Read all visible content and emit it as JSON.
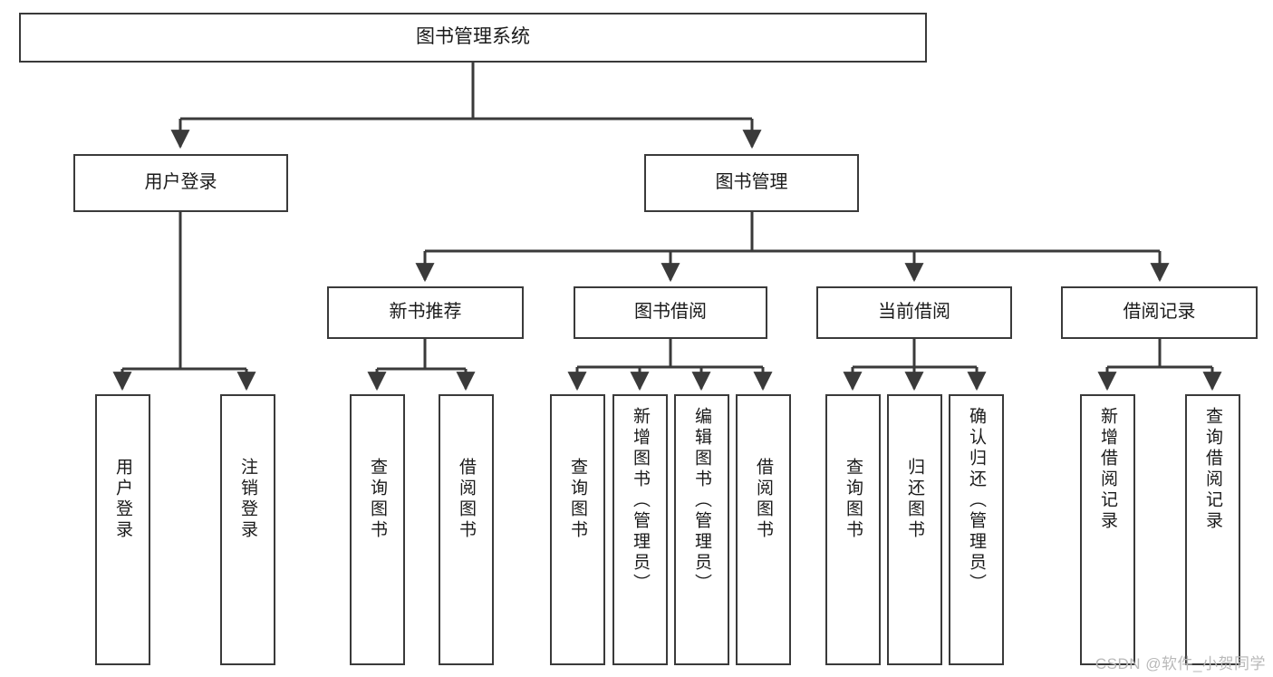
{
  "diagram": {
    "title": "图书管理系统",
    "type": "功能结构图",
    "root": {
      "label": "图书管理系统"
    },
    "level2": [
      {
        "label": "用户登录"
      },
      {
        "label": "图书管理"
      }
    ],
    "level3": [
      {
        "label": "新书推荐"
      },
      {
        "label": "图书借阅"
      },
      {
        "label": "当前借阅"
      },
      {
        "label": "借阅记录"
      }
    ],
    "leaves": {
      "user_login": [
        {
          "label": "用户登录"
        },
        {
          "label": "注销登录"
        }
      ],
      "new_book_recommend": [
        {
          "label": "查询图书"
        },
        {
          "label": "借阅图书"
        }
      ],
      "book_borrow": [
        {
          "label": "查询图书"
        },
        {
          "label": "新增图书（管理员）"
        },
        {
          "label": "编辑图书（管理员）"
        },
        {
          "label": "借阅图书"
        }
      ],
      "current_borrow": [
        {
          "label": "查询图书"
        },
        {
          "label": "归还图书"
        },
        {
          "label": "确认归还（管理员）"
        }
      ],
      "borrow_record": [
        {
          "label": "新增借阅记录"
        },
        {
          "label": "查询借阅记录"
        }
      ]
    },
    "watermark": "CSDN @软件_小贺同学",
    "colors": {
      "box_border": "#3a3a3a",
      "box_fill": "#ffffff",
      "connector": "#3a3a3a",
      "text": "#1a1a1a",
      "watermark": "#b9b9b9",
      "background": "#ffffff"
    }
  }
}
